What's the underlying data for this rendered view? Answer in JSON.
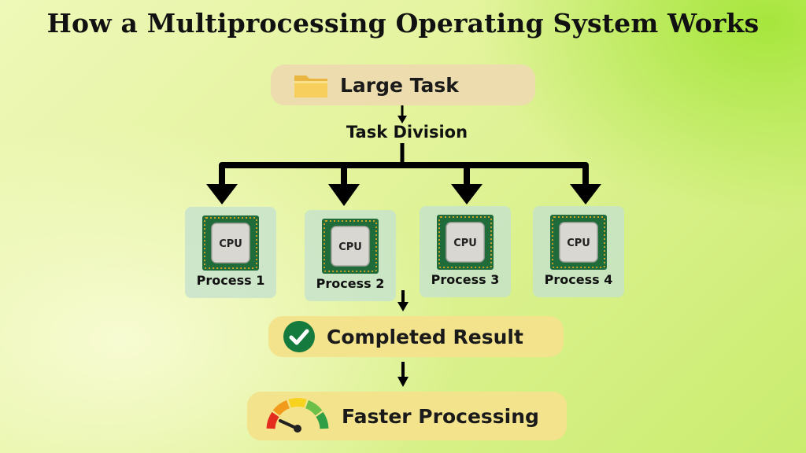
{
  "title": "How a Multiprocessing Operating System Works",
  "nodes": {
    "large_task": {
      "label": "Large Task",
      "icon": "folder-icon"
    },
    "task_division": {
      "label": "Task Division"
    },
    "processes": [
      {
        "label": "Process 1",
        "chip_label": "CPU",
        "icon": "cpu-chip-icon"
      },
      {
        "label": "Process 2",
        "chip_label": "CPU",
        "icon": "cpu-chip-icon"
      },
      {
        "label": "Process 3",
        "chip_label": "CPU",
        "icon": "cpu-chip-icon"
      },
      {
        "label": "Process 4",
        "chip_label": "CPU",
        "icon": "cpu-chip-icon"
      }
    ],
    "completed_result": {
      "label": "Completed Result",
      "icon": "check-circle-icon"
    },
    "faster_processing": {
      "label": "Faster Processing",
      "icon": "speedometer-icon"
    }
  },
  "colors": {
    "arrow": "#000000",
    "check_green": "#157a3e",
    "chip_green": "#1f6b3a",
    "chip_face": "#d9d7d2",
    "gauge": [
      "#e32b1e",
      "#f19a1c",
      "#f7d21e",
      "#6cc04a",
      "#2f9e44"
    ]
  }
}
